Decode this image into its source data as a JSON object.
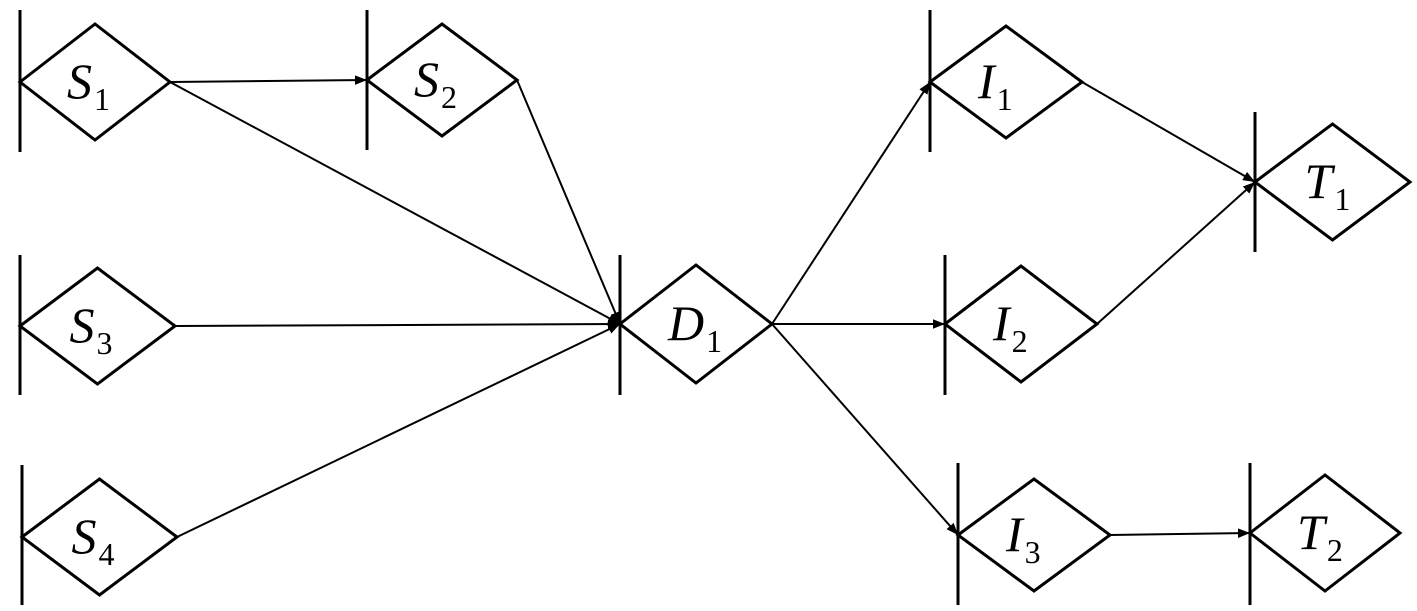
{
  "nodes": [
    {
      "id": "S1",
      "letter": "S",
      "sub": "1"
    },
    {
      "id": "S2",
      "letter": "S",
      "sub": "2"
    },
    {
      "id": "S3",
      "letter": "S",
      "sub": "3"
    },
    {
      "id": "S4",
      "letter": "S",
      "sub": "4"
    },
    {
      "id": "D1",
      "letter": "D",
      "sub": "1"
    },
    {
      "id": "I1",
      "letter": "I",
      "sub": "1"
    },
    {
      "id": "I2",
      "letter": "I",
      "sub": "2"
    },
    {
      "id": "I3",
      "letter": "I",
      "sub": "3"
    },
    {
      "id": "T1",
      "letter": "T",
      "sub": "1"
    },
    {
      "id": "T2",
      "letter": "T",
      "sub": "2"
    }
  ],
  "edges": [
    {
      "from": "S1",
      "to": "S2"
    },
    {
      "from": "S1",
      "to": "D1"
    },
    {
      "from": "S2",
      "to": "D1"
    },
    {
      "from": "S3",
      "to": "D1"
    },
    {
      "from": "S4",
      "to": "D1"
    },
    {
      "from": "D1",
      "to": "I1"
    },
    {
      "from": "D1",
      "to": "I2"
    },
    {
      "from": "D1",
      "to": "I3"
    },
    {
      "from": "I1",
      "to": "T1"
    },
    {
      "from": "I2",
      "to": "T1"
    },
    {
      "from": "I3",
      "to": "T2"
    }
  ]
}
